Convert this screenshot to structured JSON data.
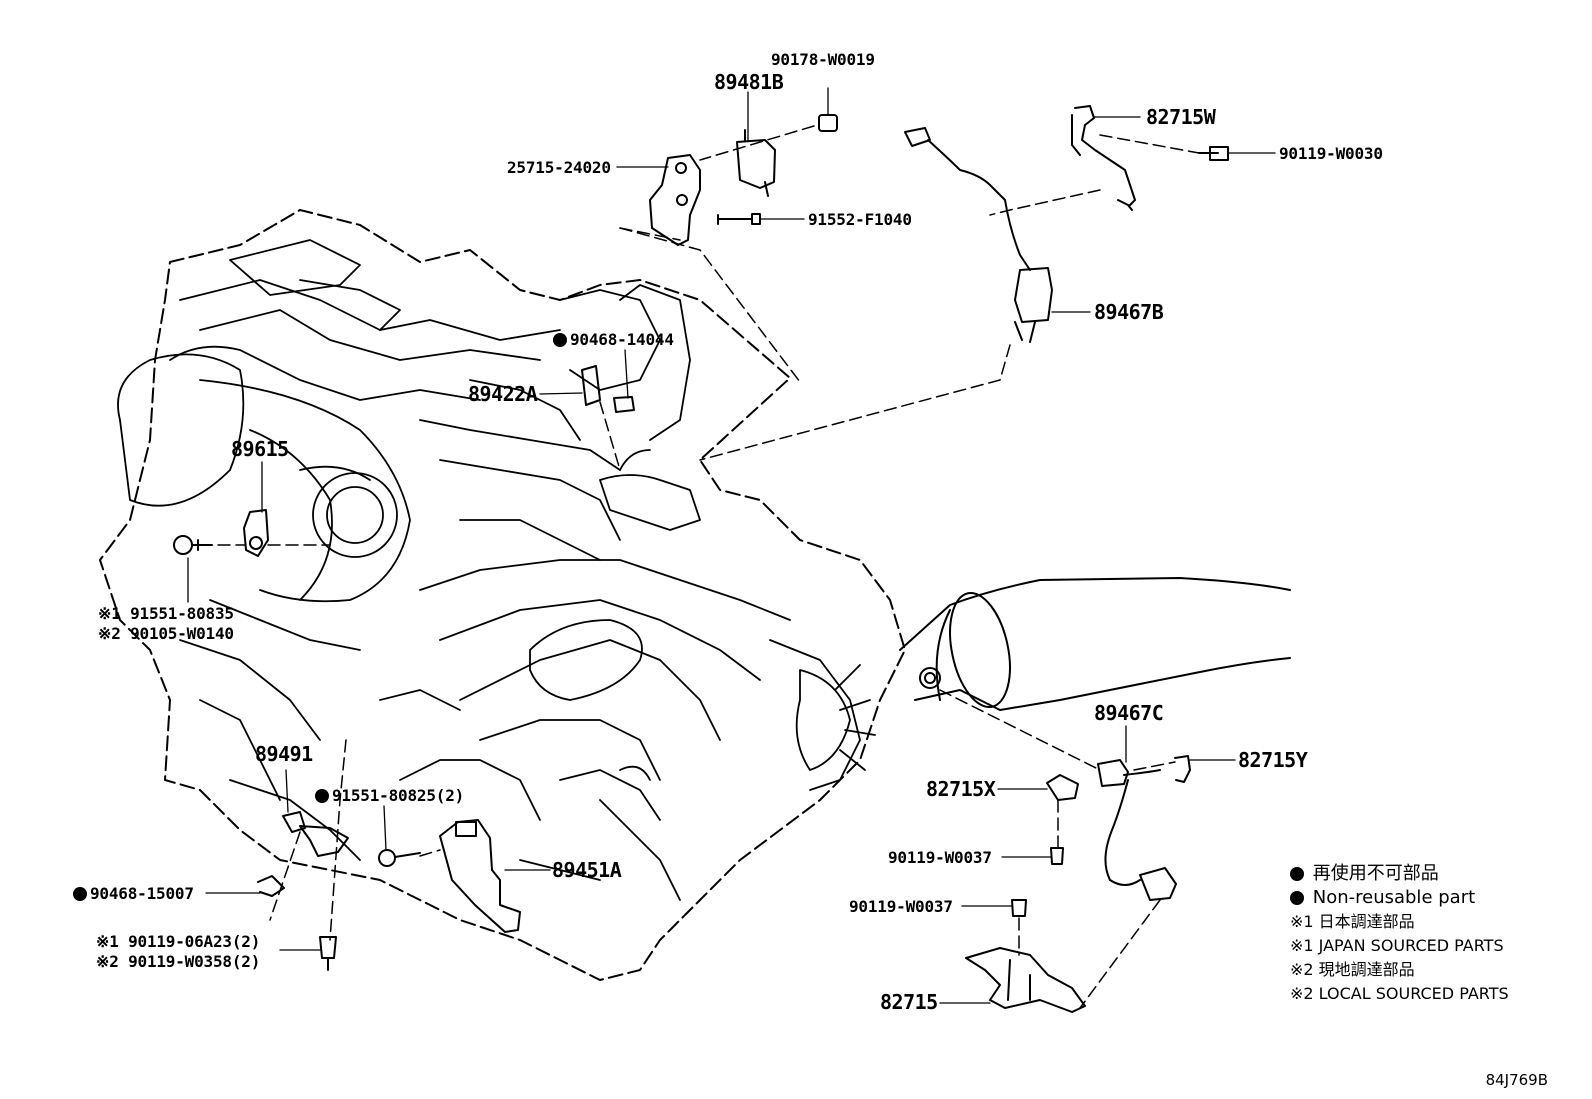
{
  "diagram": {
    "legend": {
      "jp_nonreusable": "再使用不可部品",
      "en_nonreusable": "Non-reusable part",
      "jp_japan_sourced": "※1 日本調達部品",
      "en_japan_sourced": "※1 JAPAN SOURCED PARTS",
      "jp_local_sourced": "※2 現地調達部品",
      "en_local_sourced": "※2 LOCAL SOURCED PARTS"
    },
    "illustration_code": "84J769B"
  },
  "parts": [
    {
      "id": "p01",
      "number": "90178-W0019",
      "non_reusable": false
    },
    {
      "id": "p02",
      "number": "89481B",
      "non_reusable": false
    },
    {
      "id": "p03",
      "number": "25715-24020",
      "non_reusable": false
    },
    {
      "id": "p04",
      "number": "91552-F1040",
      "non_reusable": false
    },
    {
      "id": "p05",
      "number": "82715W",
      "non_reusable": false
    },
    {
      "id": "p06",
      "number": "90119-W0030",
      "non_reusable": false
    },
    {
      "id": "p07",
      "number": "89467B",
      "non_reusable": false
    },
    {
      "id": "p08",
      "number": "90468-14044",
      "non_reusable": true
    },
    {
      "id": "p09",
      "number": "89422A",
      "non_reusable": false
    },
    {
      "id": "p10",
      "number": "89615",
      "non_reusable": false
    },
    {
      "id": "p11",
      "number": "※1 91551-80835",
      "non_reusable": false
    },
    {
      "id": "p12",
      "number": "※2 90105-W0140",
      "non_reusable": false
    },
    {
      "id": "p13",
      "number": "89491",
      "non_reusable": false
    },
    {
      "id": "p14",
      "number": "91551-80825(2)",
      "non_reusable": true
    },
    {
      "id": "p15",
      "number": "89451A",
      "non_reusable": false
    },
    {
      "id": "p16",
      "number": "90468-15007",
      "non_reusable": true
    },
    {
      "id": "p17",
      "number": "※1 90119-06A23(2)",
      "non_reusable": false
    },
    {
      "id": "p18",
      "number": "※2 90119-W0358(2)",
      "non_reusable": false
    },
    {
      "id": "p19",
      "number": "89467C",
      "non_reusable": false
    },
    {
      "id": "p20",
      "number": "82715Y",
      "non_reusable": false
    },
    {
      "id": "p21",
      "number": "82715X",
      "non_reusable": false
    },
    {
      "id": "p22",
      "number": "90119-W0037",
      "non_reusable": false
    },
    {
      "id": "p23",
      "number": "90119-W0037",
      "non_reusable": false
    },
    {
      "id": "p24",
      "number": "82715",
      "non_reusable": false
    }
  ]
}
